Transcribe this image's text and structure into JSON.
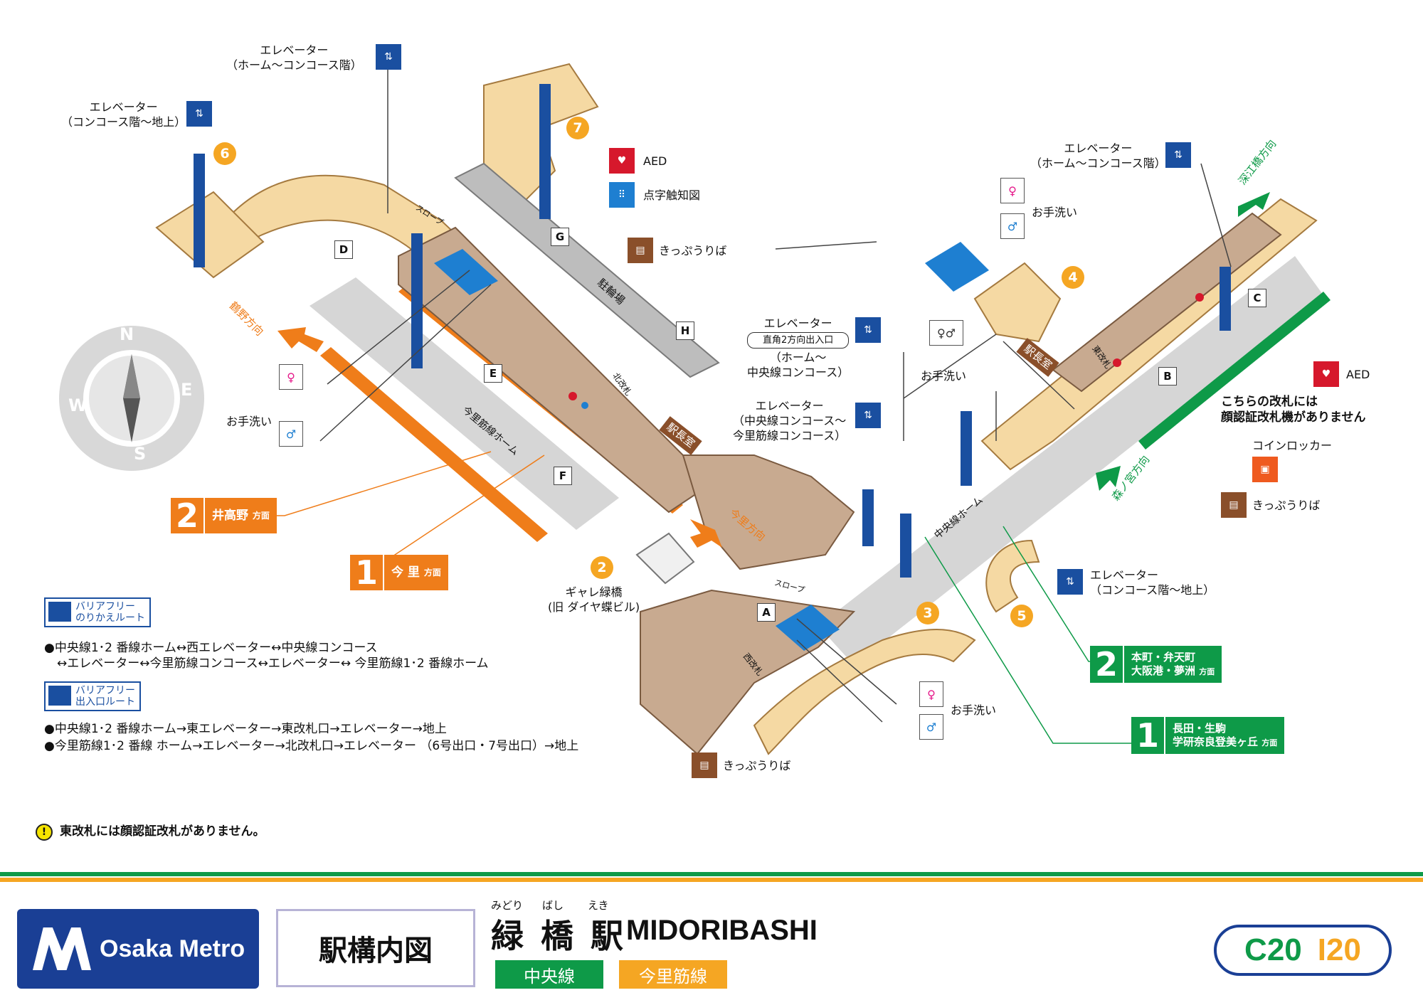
{
  "elevators": {
    "west_platform_concourse": {
      "title": "エレベーター",
      "sub": "（ホーム〜コンコース階）"
    },
    "nw_concourse_ground": {
      "title": "エレベーター",
      "sub": "（コンコース階〜地上）"
    },
    "east_platform_concourse": {
      "title": "エレベーター",
      "sub": "（ホーム〜コンコース階）"
    },
    "center_exit": {
      "title": "エレベーター",
      "tag": "直角2方向出入口",
      "sub1": "（ホーム〜",
      "sub2": "中央線コンコース）"
    },
    "center_concourse": {
      "title": "エレベーター",
      "sub1": "（中央線コンコース〜",
      "sub2": "今里筋線コンコース）"
    },
    "south_concourse_ground": {
      "title": "エレベーター",
      "sub": "（コンコース階〜地上）"
    }
  },
  "facilities": {
    "aed": "AED",
    "braille_map": "点字触知図",
    "tickets": "きっぷうりば",
    "toilet": "お手洗い",
    "coin_locker": "コインロッカー",
    "station_office": "駅長室",
    "bicycle_parking": "駐輪場",
    "slope": "スロープ",
    "face_gate_note_line1": "こちらの改札には",
    "face_gate_note_line2": "顔認証改札機がありません"
  },
  "gates": {
    "north": "北改札",
    "east": "東改札",
    "west": "西改札"
  },
  "platforms": {
    "imazatosuji": "今里筋線ホーム",
    "chuo": "中央線ホーム"
  },
  "exits": [
    "A",
    "B",
    "C",
    "D",
    "E",
    "F",
    "G",
    "H"
  ],
  "exit_numbers": [
    "2",
    "3",
    "4",
    "5",
    "6",
    "7"
  ],
  "building": {
    "line1": "ギャレ緑橋",
    "line2": "(旧 ダイヤ蝶ビル)"
  },
  "directions": {
    "tsurumi": "鶴野方向",
    "imazato": "今里方向",
    "fukaebashi": "深江橋方向",
    "morinomiya": "森ノ宮方向"
  },
  "compass": {
    "n": "N",
    "e": "E",
    "s": "S",
    "w": "W"
  },
  "bound": {
    "imazatosuji_2": {
      "num": "2",
      "text": "井高野",
      "suffix": "方面"
    },
    "imazatosuji_1": {
      "num": "1",
      "text": "今 里",
      "suffix": "方面"
    },
    "chuo_2": {
      "num": "2",
      "line1": "本町・弁天町",
      "line2": "大阪港・夢洲",
      "suffix": "方面"
    },
    "chuo_1": {
      "num": "1",
      "line1": "長田・生駒",
      "line2": "学研奈良登美ヶ丘",
      "suffix": "方面"
    }
  },
  "routes": {
    "transfer_badge_l1": "バリアフリー",
    "transfer_badge_l2": "のりかえルート",
    "transfer_line1": "●中央線1･2 番線ホーム↔西エレベーター↔中央線コンコース",
    "transfer_line2": "↔エレベーター↔今里筋線コンコース↔エレベーター↔ 今里筋線1･2 番線ホーム",
    "exit_badge_l1": "バリアフリー",
    "exit_badge_l2": "出入口ルート",
    "exit_line1": "●中央線1･2 番線ホーム→東エレベーター→東改札口→エレベーター→地上",
    "exit_line2": "●今里筋線1･2 番線 ホーム→エレベーター→北改札口→エレベーター （6号出口・7号出口）→地上"
  },
  "footnote": "東改札には顔認証改札がありません。",
  "footer": {
    "brand": "Osaka Metro",
    "map_title": "駅構内図",
    "furigana": [
      "みどり",
      "ばし",
      "えき"
    ],
    "station_jp": "緑 橋 駅",
    "station_en": "MIDORIBASHI",
    "line_chuo": "中央線",
    "line_imazatosuji": "今里筋線",
    "code_chuo": "C20",
    "code_imazatosuji": "I20"
  },
  "colors": {
    "chuo_green": "#0e9a48",
    "imazatosuji_orange": "#ef7d1a",
    "metro_blue": "#1a3f95",
    "concourse_tan": "#f5d9a3",
    "gated_area": "#c8aa90",
    "platform_gray": "#d4d4d4"
  }
}
